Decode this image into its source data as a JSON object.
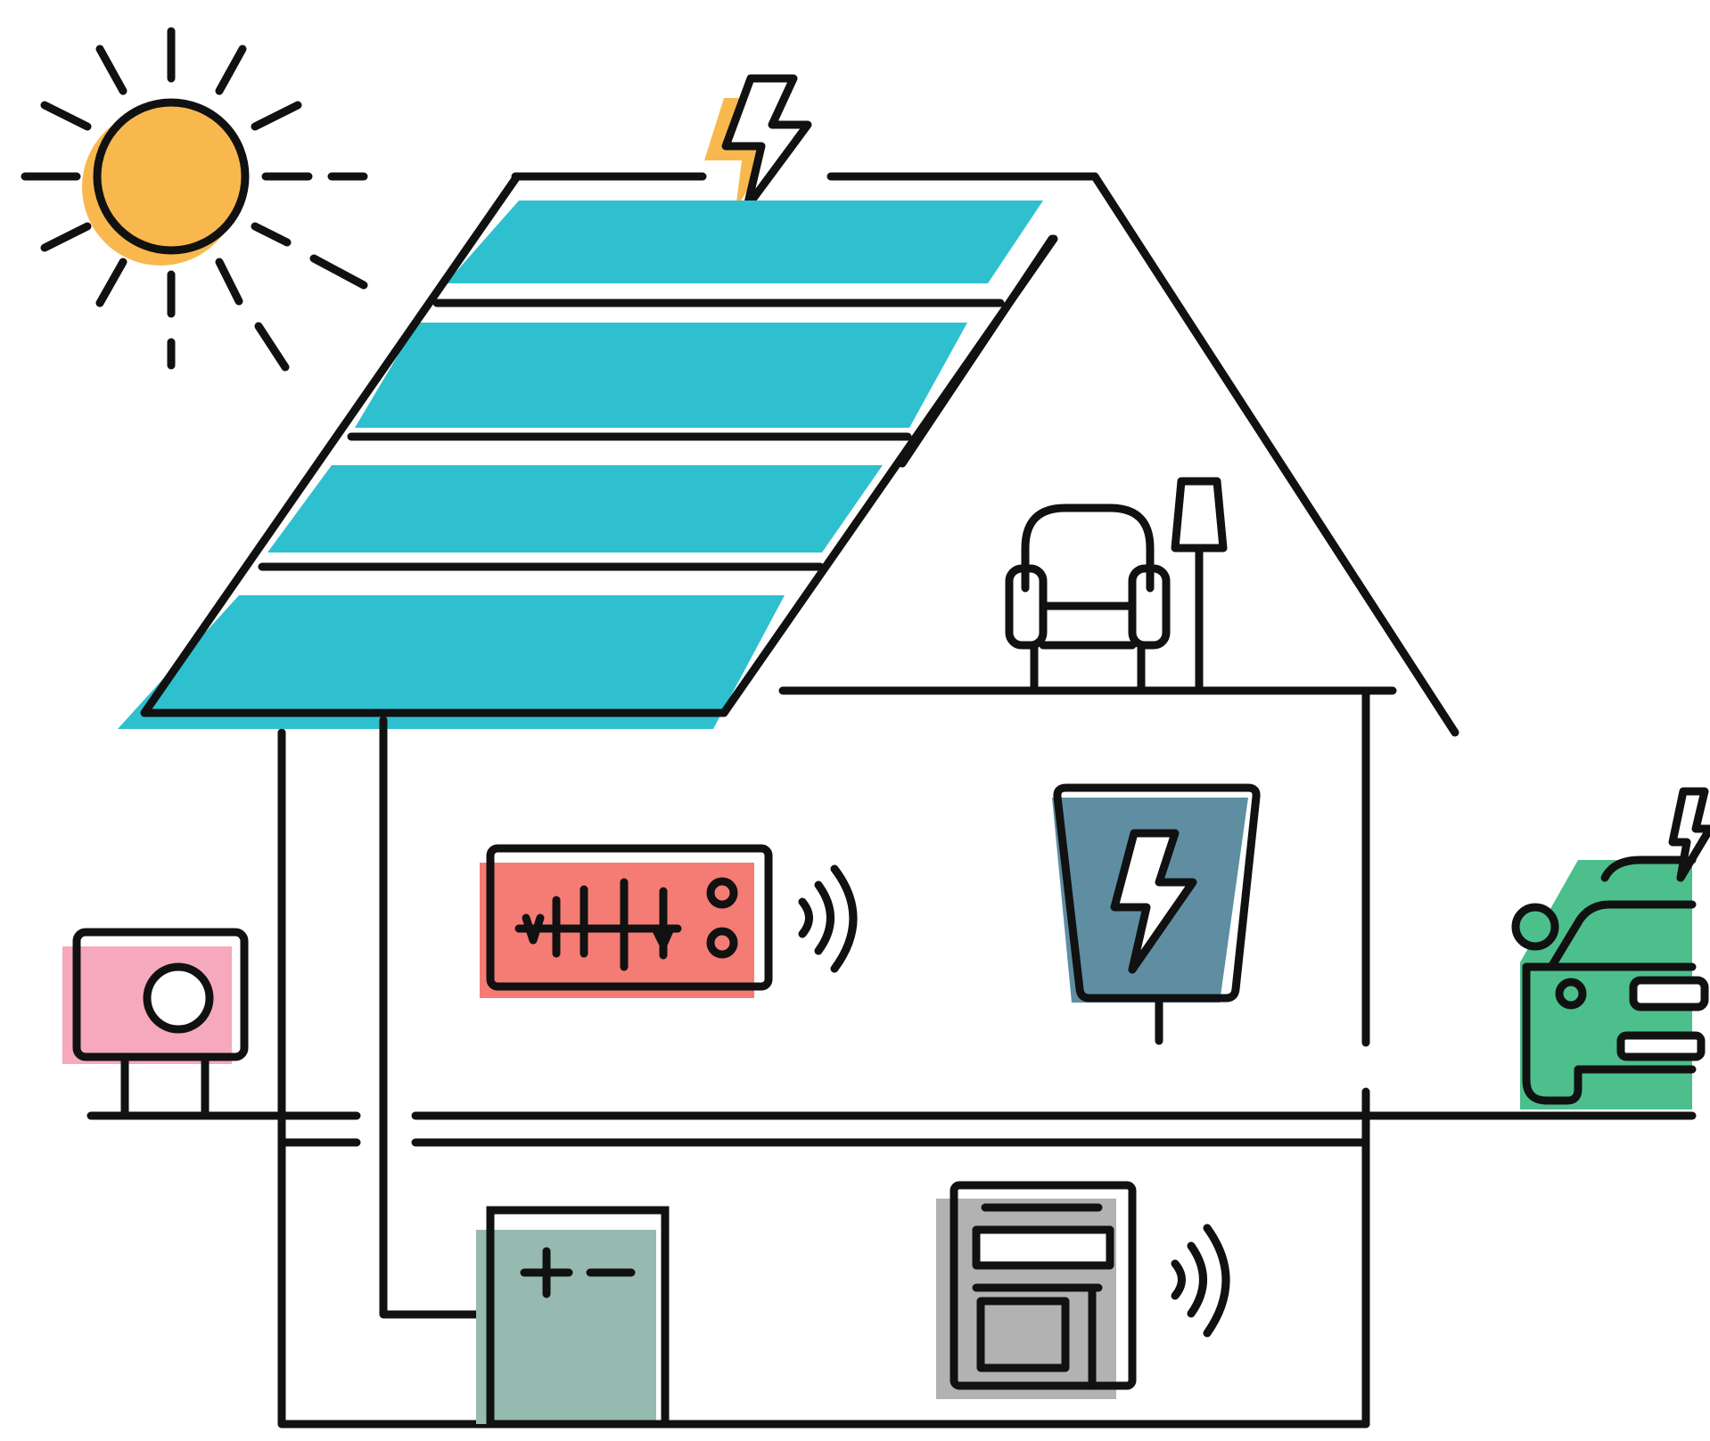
{
  "diagram": {
    "colors": {
      "background": "#ffffff",
      "line": "#111111",
      "sun": "#f9b84e",
      "solar_panel": "#2fc0d0",
      "inverter": "#f47c74",
      "wallbox": "#5f8ea3",
      "electric_car": "#4cbf8c",
      "heat_pump": "#f6a9bd",
      "battery": "#96bab0",
      "smart_meter": "#b2b2b2"
    },
    "elements": [
      {
        "id": "sun",
        "icon": "sun-icon"
      },
      {
        "id": "solar-panels",
        "icon": "solar-panel-icon",
        "rows": 4
      },
      {
        "id": "roof-bolt",
        "icon": "lightning-bolt-icon"
      },
      {
        "id": "armchair",
        "icon": "armchair-icon"
      },
      {
        "id": "floor-lamp",
        "icon": "floor-lamp-icon"
      },
      {
        "id": "inverter",
        "icon": "inverter-icon"
      },
      {
        "id": "wallbox",
        "icon": "wallbox-charger-icon"
      },
      {
        "id": "electric-car",
        "icon": "electric-car-icon"
      },
      {
        "id": "heat-pump",
        "icon": "heat-pump-icon"
      },
      {
        "id": "battery",
        "icon": "battery-icon"
      },
      {
        "id": "smart-meter",
        "icon": "smart-meter-icon"
      },
      {
        "id": "wireless-signal",
        "icon": "wireless-signal-icon"
      }
    ]
  }
}
